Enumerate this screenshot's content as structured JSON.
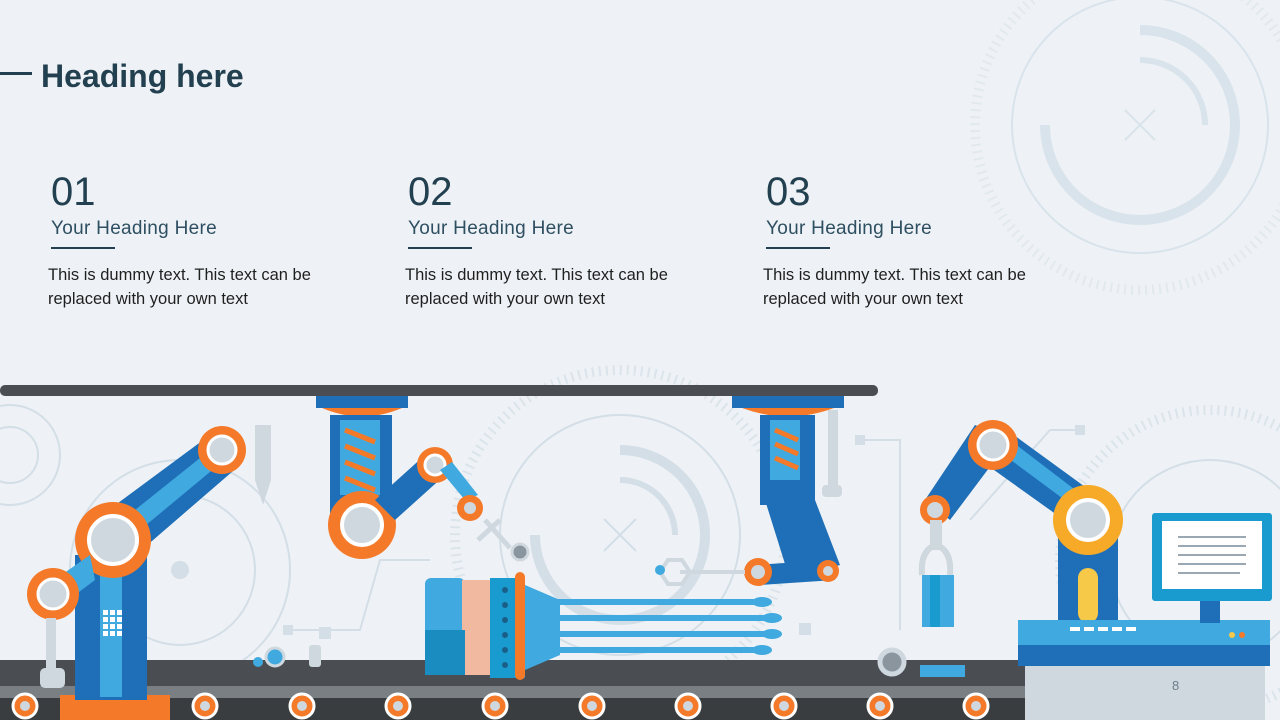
{
  "slide": {
    "title": "Heading here",
    "page_number": "8",
    "items": [
      {
        "number": "01",
        "heading": "Your Heading Here",
        "text": "This is dummy text. This text can be replaced with your own text"
      },
      {
        "number": "02",
        "heading": "Your Heading Here",
        "text": "This is dummy text. This text can be replaced with your own text"
      },
      {
        "number": "03",
        "heading": "Your Heading Here",
        "text": "This is dummy text. This text can be replaced with your own text"
      }
    ]
  },
  "colors": {
    "background": "#eef2f6",
    "heading": "#22404f",
    "robot_blue": "#1f6fb8",
    "robot_light_blue": "#3fa9e0",
    "accent_orange": "#f47a2a",
    "conveyor": "#4a4e52",
    "gear_lines": "#cfdbe5"
  },
  "illustration": {
    "name": "factory-robot-arms-conveyor",
    "icons": [
      "gear-icon",
      "robot-arm-icon",
      "conveyor-belt-icon",
      "monitor-icon"
    ]
  }
}
